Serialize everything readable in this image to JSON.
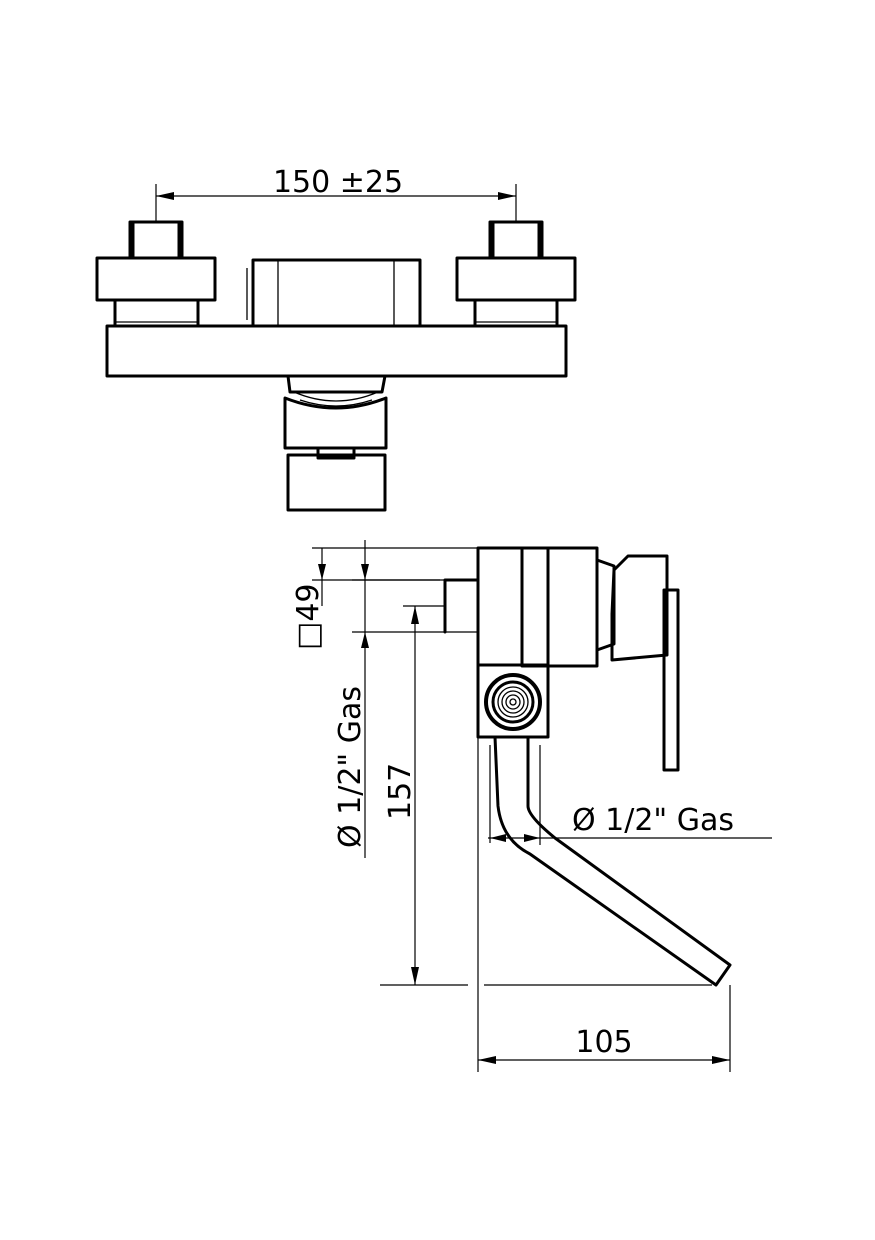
{
  "dimensions": {
    "inlet_spacing": "150 ±25",
    "body_square": "□49",
    "height": "157",
    "inlet_thread": "Ø 1/2\" Gas",
    "outlet_thread": "Ø 1/2\" Gas",
    "spout_projection": "105"
  }
}
